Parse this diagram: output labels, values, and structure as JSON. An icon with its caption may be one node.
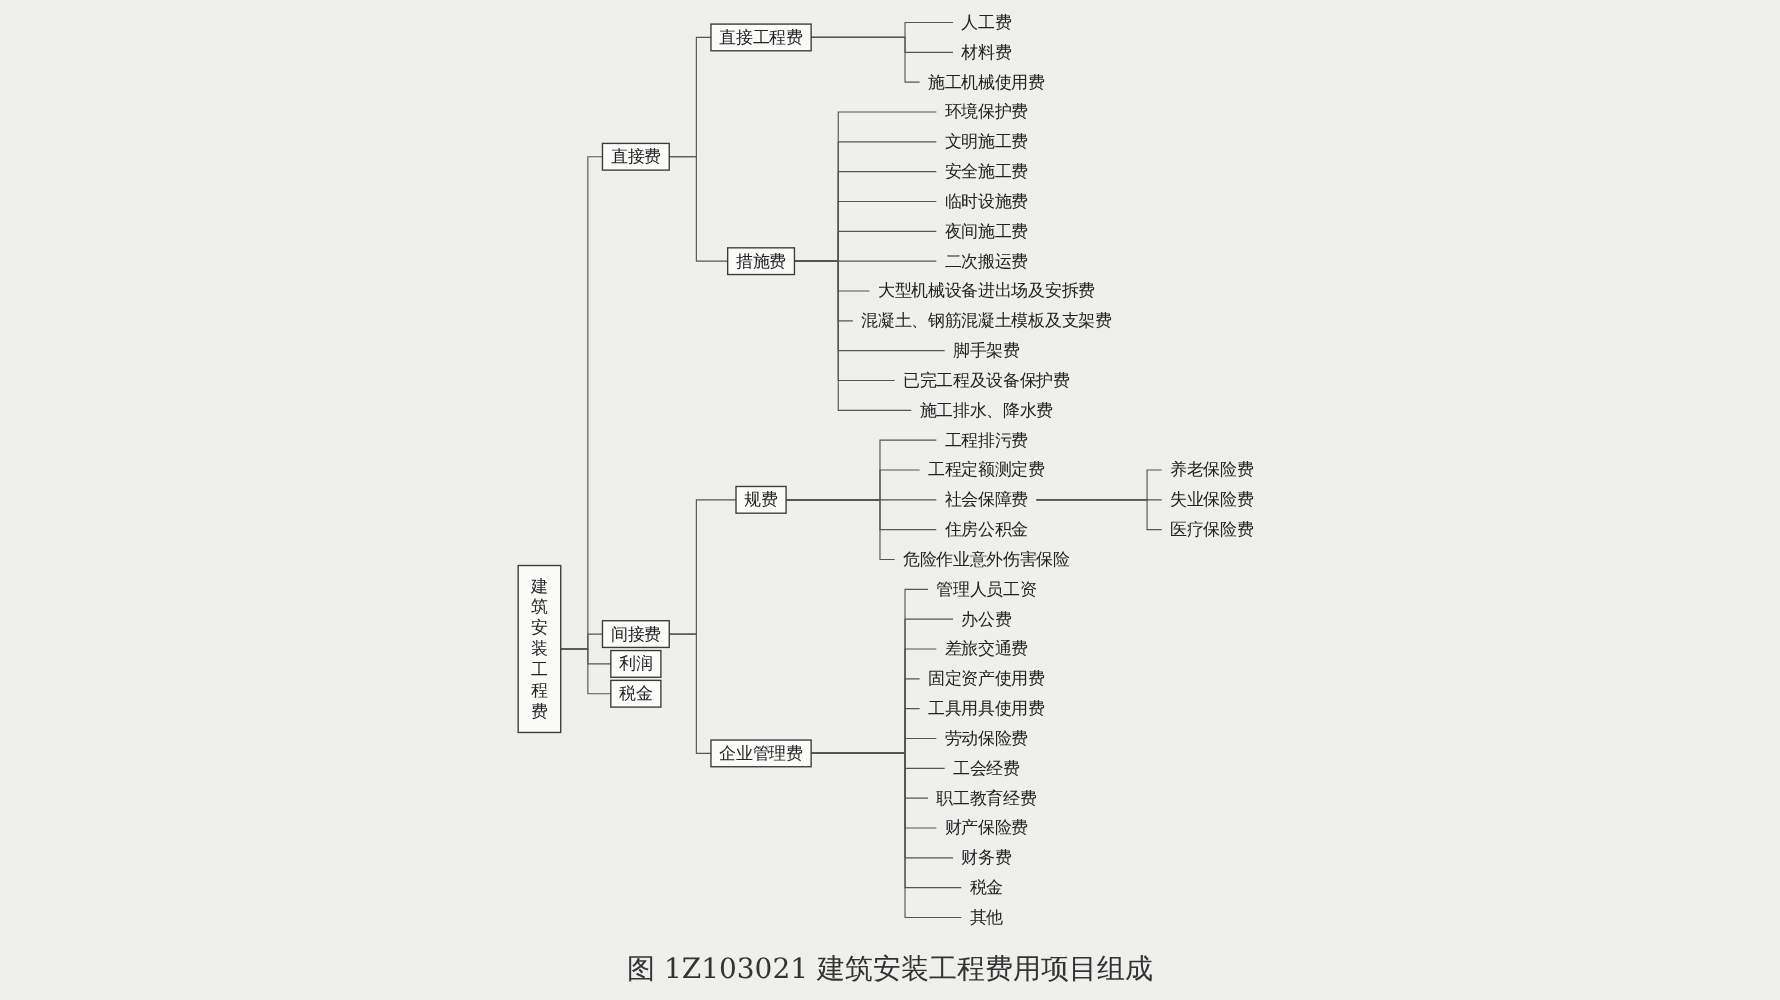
{
  "diagram": {
    "caption": "图 1Z103021 建筑安装工程费用项目组成",
    "nodes": [
      {
        "text": [
          "建筑安装工程费"
        ]
      },
      {
        "text": [
          "直接费"
        ]
      },
      {
        "text": [
          "直接工程费"
        ]
      },
      {
        "text": [
          "人工费"
        ]
      },
      {
        "text": [
          "材料费"
        ]
      },
      {
        "text": [
          "施工机械使用费"
        ]
      },
      {
        "text": [
          "措施费"
        ]
      },
      {
        "text": [
          "环境保护费"
        ]
      },
      {
        "text": [
          "文明施工费"
        ]
      },
      {
        "text": [
          "安全施工费"
        ]
      },
      {
        "text": [
          "临时设施费"
        ]
      },
      {
        "text": [
          "夜间施工费"
        ]
      },
      {
        "text": [
          "二次搬运费"
        ]
      },
      {
        "text": [
          "大型机械设备进出场及安拆费"
        ]
      },
      {
        "text": [
          "混凝土、钢筋混凝土模板及支架费"
        ]
      },
      {
        "text": [
          "脚手架费"
        ]
      },
      {
        "text": [
          "已完工程及设备保护费"
        ]
      },
      {
        "text": [
          "施工排水、降水费"
        ]
      },
      {
        "text": [
          "间接费"
        ]
      },
      {
        "text": [
          "规费"
        ]
      },
      {
        "text": [
          "工程排污费"
        ]
      },
      {
        "text": [
          "工程定额测定费"
        ]
      },
      {
        "text": [
          "社会保障费"
        ]
      },
      {
        "text": [
          "养老保险费"
        ]
      },
      {
        "text": [
          "失业保险费"
        ]
      },
      {
        "text": [
          "医疗保险费"
        ]
      },
      {
        "text": [
          "住房公积金"
        ]
      },
      {
        "text": [
          "危险作业意外伤害保险"
        ]
      },
      {
        "text": [
          "企业管理费"
        ]
      },
      {
        "text": [
          "管理人员工资"
        ]
      },
      {
        "text": [
          "办公费"
        ]
      },
      {
        "text": [
          "差旅交通费"
        ]
      },
      {
        "text": [
          "固定资产使用费"
        ]
      },
      {
        "text": [
          "工具用具使用费"
        ]
      },
      {
        "text": [
          "劳动保险费"
        ]
      },
      {
        "text": [
          "工会经费"
        ]
      },
      {
        "text": [
          "职工教育经费"
        ]
      },
      {
        "text": [
          "财产保险费"
        ]
      },
      {
        "text": [
          "财务费"
        ]
      },
      {
        "text": [
          "税金"
        ]
      },
      {
        "text": [
          "其他"
        ]
      },
      {
        "text": [
          "利润"
        ]
      },
      {
        "text": [
          "税金"
        ]
      }
    ],
    "edges": [
      {
        "from": 0,
        "to": 1,
        "arrow": "none"
      },
      {
        "from": 0,
        "to": 18,
        "arrow": "none"
      },
      {
        "from": 0,
        "to": 41,
        "arrow": "none"
      },
      {
        "from": 0,
        "to": 42,
        "arrow": "none"
      },
      {
        "from": 1,
        "to": 2,
        "arrow": "none"
      },
      {
        "from": 1,
        "to": 6,
        "arrow": "none"
      },
      {
        "from": 2,
        "to": 3,
        "arrow": "none"
      },
      {
        "from": 2,
        "to": 4,
        "arrow": "none"
      },
      {
        "from": 2,
        "to": 5,
        "arrow": "none"
      },
      {
        "from": 6,
        "to": 7,
        "arrow": "none"
      },
      {
        "from": 6,
        "to": 8,
        "arrow": "none"
      },
      {
        "from": 6,
        "to": 9,
        "arrow": "none"
      },
      {
        "from": 6,
        "to": 10,
        "arrow": "none"
      },
      {
        "from": 6,
        "to": 11,
        "arrow": "none"
      },
      {
        "from": 6,
        "to": 12,
        "arrow": "none"
      },
      {
        "from": 6,
        "to": 13,
        "arrow": "none"
      },
      {
        "from": 6,
        "to": 14,
        "arrow": "none"
      },
      {
        "from": 6,
        "to": 15,
        "arrow": "none"
      },
      {
        "from": 6,
        "to": 16,
        "arrow": "none"
      },
      {
        "from": 6,
        "to": 17,
        "arrow": "none"
      },
      {
        "from": 18,
        "to": 19,
        "arrow": "none"
      },
      {
        "from": 18,
        "to": 28,
        "arrow": "none"
      },
      {
        "from": 19,
        "to": 20,
        "arrow": "none"
      },
      {
        "from": 19,
        "to": 21,
        "arrow": "none"
      },
      {
        "from": 19,
        "to": 22,
        "arrow": "none"
      },
      {
        "from": 19,
        "to": 26,
        "arrow": "none"
      },
      {
        "from": 19,
        "to": 27,
        "arrow": "none"
      },
      {
        "from": 22,
        "to": 23,
        "arrow": "none"
      },
      {
        "from": 22,
        "to": 24,
        "arrow": "none"
      },
      {
        "from": 22,
        "to": 25,
        "arrow": "none"
      },
      {
        "from": 28,
        "to": 29,
        "arrow": "none"
      },
      {
        "from": 28,
        "to": 30,
        "arrow": "none"
      },
      {
        "from": 28,
        "to": 31,
        "arrow": "none"
      },
      {
        "from": 28,
        "to": 32,
        "arrow": "none"
      },
      {
        "from": 28,
        "to": 33,
        "arrow": "none"
      },
      {
        "from": 28,
        "to": 34,
        "arrow": "none"
      },
      {
        "from": 28,
        "to": 35,
        "arrow": "none"
      },
      {
        "from": 28,
        "to": 36,
        "arrow": "none"
      },
      {
        "from": 28,
        "to": 37,
        "arrow": "none"
      },
      {
        "from": 28,
        "to": 38,
        "arrow": "none"
      },
      {
        "from": 28,
        "to": 39,
        "arrow": "none"
      },
      {
        "from": 28,
        "to": 40,
        "arrow": "none"
      }
    ]
  }
}
